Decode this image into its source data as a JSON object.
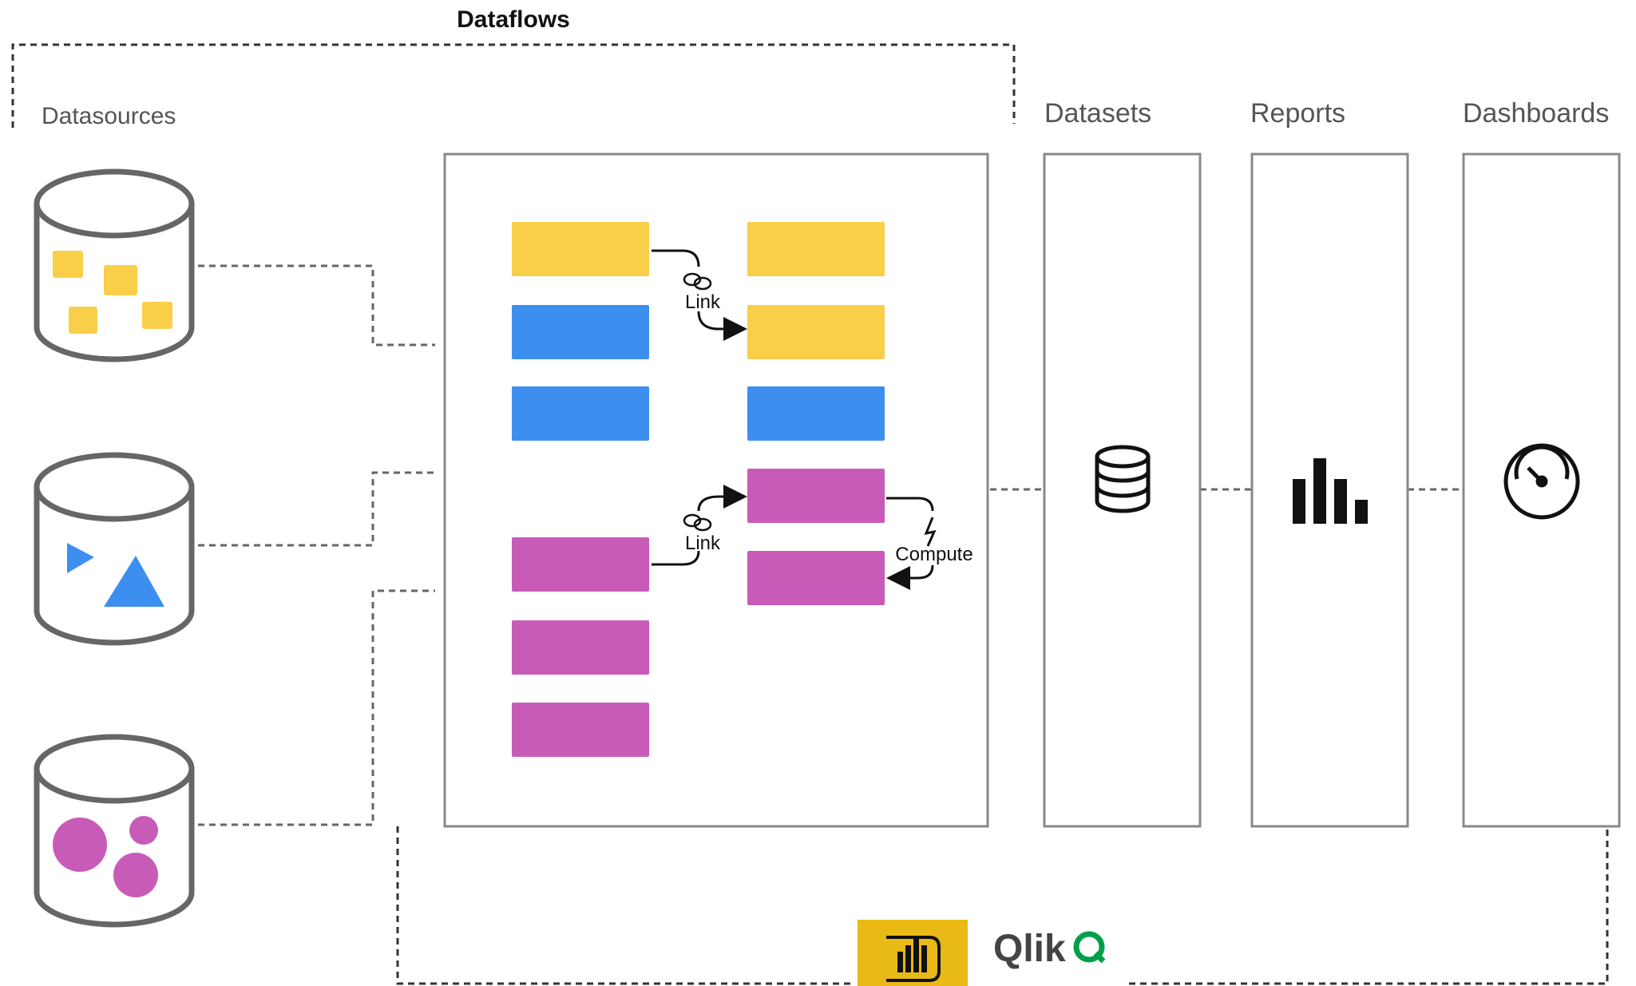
{
  "title": "Dataflows",
  "labels": {
    "datasources": "Datasources",
    "datasets": "Datasets",
    "reports": "Reports",
    "dashboards": "Dashboards",
    "link_top": "Link",
    "link_bottom": "Link",
    "compute": "Compute"
  },
  "logos": {
    "qlik": "Qlik"
  },
  "colors": {
    "yellow": "#F9CF4A",
    "blue": "#3C8FEF",
    "magenta": "#C95BB8",
    "outline": "#666666",
    "powerbi_bg": "#E9B916"
  },
  "icons": {
    "datasets": "database-icon",
    "reports": "bar-chart-icon",
    "dashboards": "gauge-icon",
    "link": "chain-link-icon",
    "compute": "lightning-icon"
  }
}
